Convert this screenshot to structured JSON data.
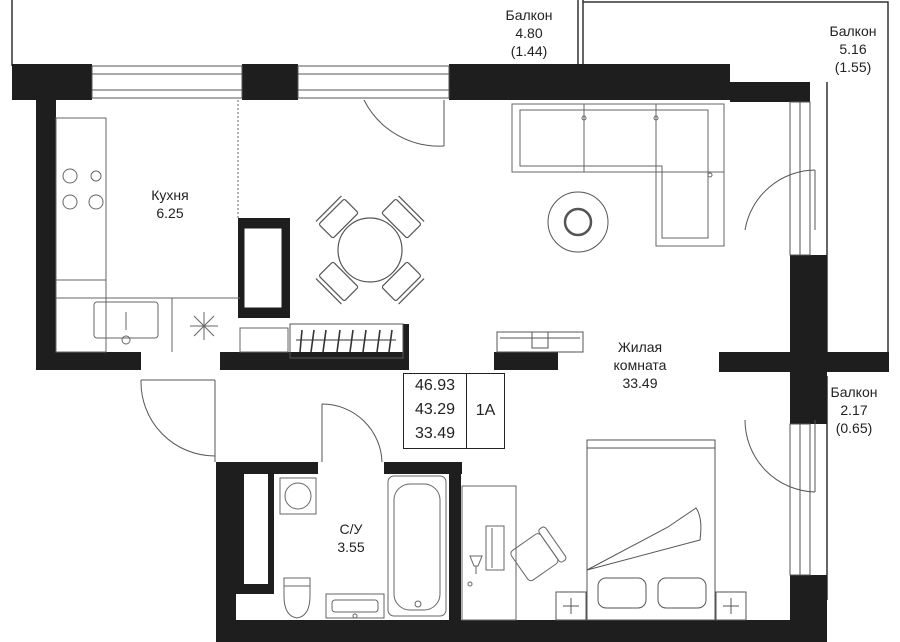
{
  "rooms": {
    "balcony_top": {
      "name": "Балкон",
      "area": "4.80",
      "coef": "(1.44)"
    },
    "balcony_right_top": {
      "name": "Балкон",
      "area": "5.16",
      "coef": "(1.55)"
    },
    "balcony_right_bottom": {
      "name": "Балкон",
      "area": "2.17",
      "coef": "(0.65)"
    },
    "kitchen": {
      "name": "Кухня",
      "area": "6.25"
    },
    "living": {
      "name_line1": "Жилая",
      "name_line2": "комната",
      "area": "33.49"
    },
    "bathroom": {
      "name": "С/У",
      "area": "3.55"
    }
  },
  "summary": {
    "total_area": "46.93",
    "no_balcony_area": "43.29",
    "living_area": "33.49",
    "apartment_type": "1А"
  },
  "colors": {
    "wall": "#1e1e1e",
    "line": "#555555",
    "background": "#ffffff"
  }
}
